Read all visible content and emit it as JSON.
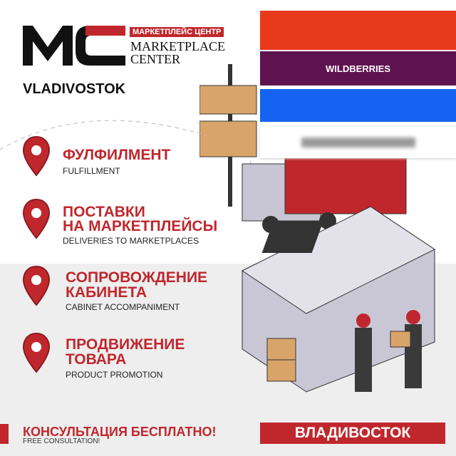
{
  "logo": {
    "tagline_ru": "МАРКЕТПЛЕЙС ЦЕНТР",
    "brand_line1": "MARKETPLACE",
    "brand_line2": "CENTER",
    "lettering": "MC"
  },
  "city_en": "VLADIVOSTOK",
  "services": [
    {
      "title": "ФУЛФИЛМЕНТ",
      "title2": "",
      "subtitle": "FULFILLMENT"
    },
    {
      "title": "ПОСТАВКИ",
      "title2": "НА МАРКЕТПЛЕЙСЫ",
      "subtitle": "DELIVERIES TO MARKETPLACES"
    },
    {
      "title": "СОПРОВОЖДЕНИЕ",
      "title2": "КАБИНЕТА",
      "subtitle": "CABINET ACCOMPANIMENT"
    },
    {
      "title": "ПРОДВИЖЕНИЕ",
      "title2": "ТОВАРА",
      "subtitle": "PRODUCT PROMOTION"
    }
  ],
  "marketplaces": [
    {
      "label": "",
      "color": "#e8391d"
    },
    {
      "label": "WILDBERRIES",
      "color": "#5e1350"
    },
    {
      "label": "",
      "color": "#1463f3"
    },
    {
      "label": "",
      "color": "#ffffff"
    }
  ],
  "footer": {
    "cta": "КОНСУЛЬТАЦИЯ БЕСПЛАТНО!",
    "cta_sub": "FREE CONSULTATION!",
    "city_ru": "ВЛАДИВОСТОК"
  },
  "colors": {
    "accent": "#c0272d"
  }
}
